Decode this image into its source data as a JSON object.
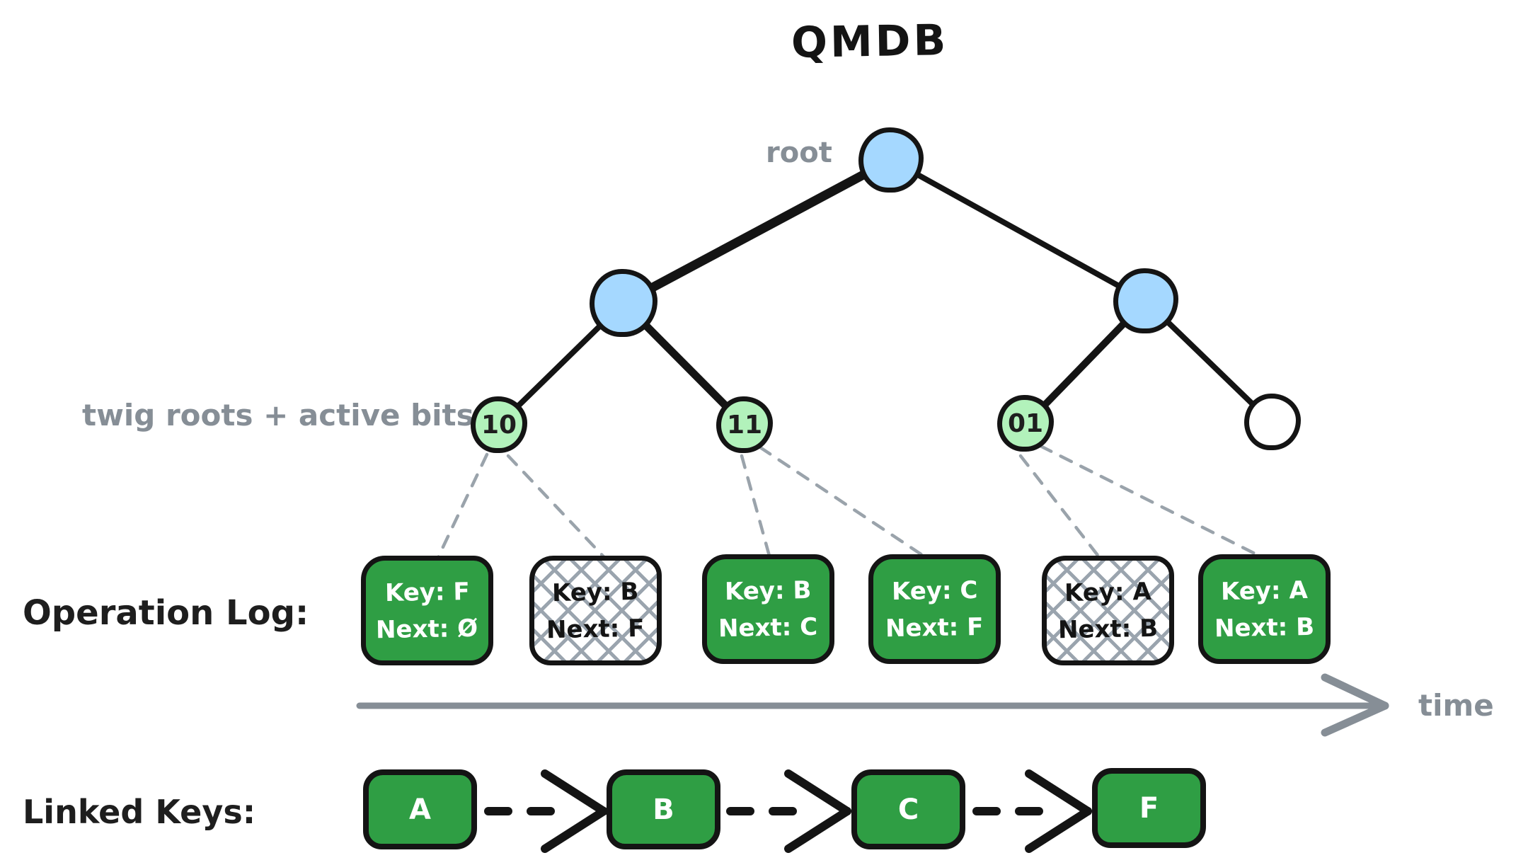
{
  "title": "QMDB",
  "colors": {
    "internal_node_blue": "#a5d8ff",
    "twig_node_green": "#b2f2bb",
    "log_box_green": "#2f9e44",
    "ink_black": "#1e1e1e",
    "annotation_gray": "#868e96"
  },
  "tree": {
    "root_label": "root",
    "twig_annotation": "twig roots + active bits",
    "twigs": [
      {
        "label": "10"
      },
      {
        "label": "11"
      },
      {
        "label": "01"
      },
      {
        "label": ""
      }
    ]
  },
  "operation_log": {
    "label": "Operation Log:",
    "entries": [
      {
        "key": "Key: F",
        "next": "Next: Ø",
        "state": "active"
      },
      {
        "key": "Key: B",
        "next": "Next: F",
        "state": "stale"
      },
      {
        "key": "Key: B",
        "next": "Next: C",
        "state": "active"
      },
      {
        "key": "Key: C",
        "next": "Next: F",
        "state": "active"
      },
      {
        "key": "Key: A",
        "next": "Next: B",
        "state": "stale"
      },
      {
        "key": "Key: A",
        "next": "Next: B",
        "state": "active"
      }
    ],
    "time_label": "time"
  },
  "linked_keys": {
    "label": "Linked Keys:",
    "keys": [
      "A",
      "B",
      "C",
      "F"
    ]
  }
}
